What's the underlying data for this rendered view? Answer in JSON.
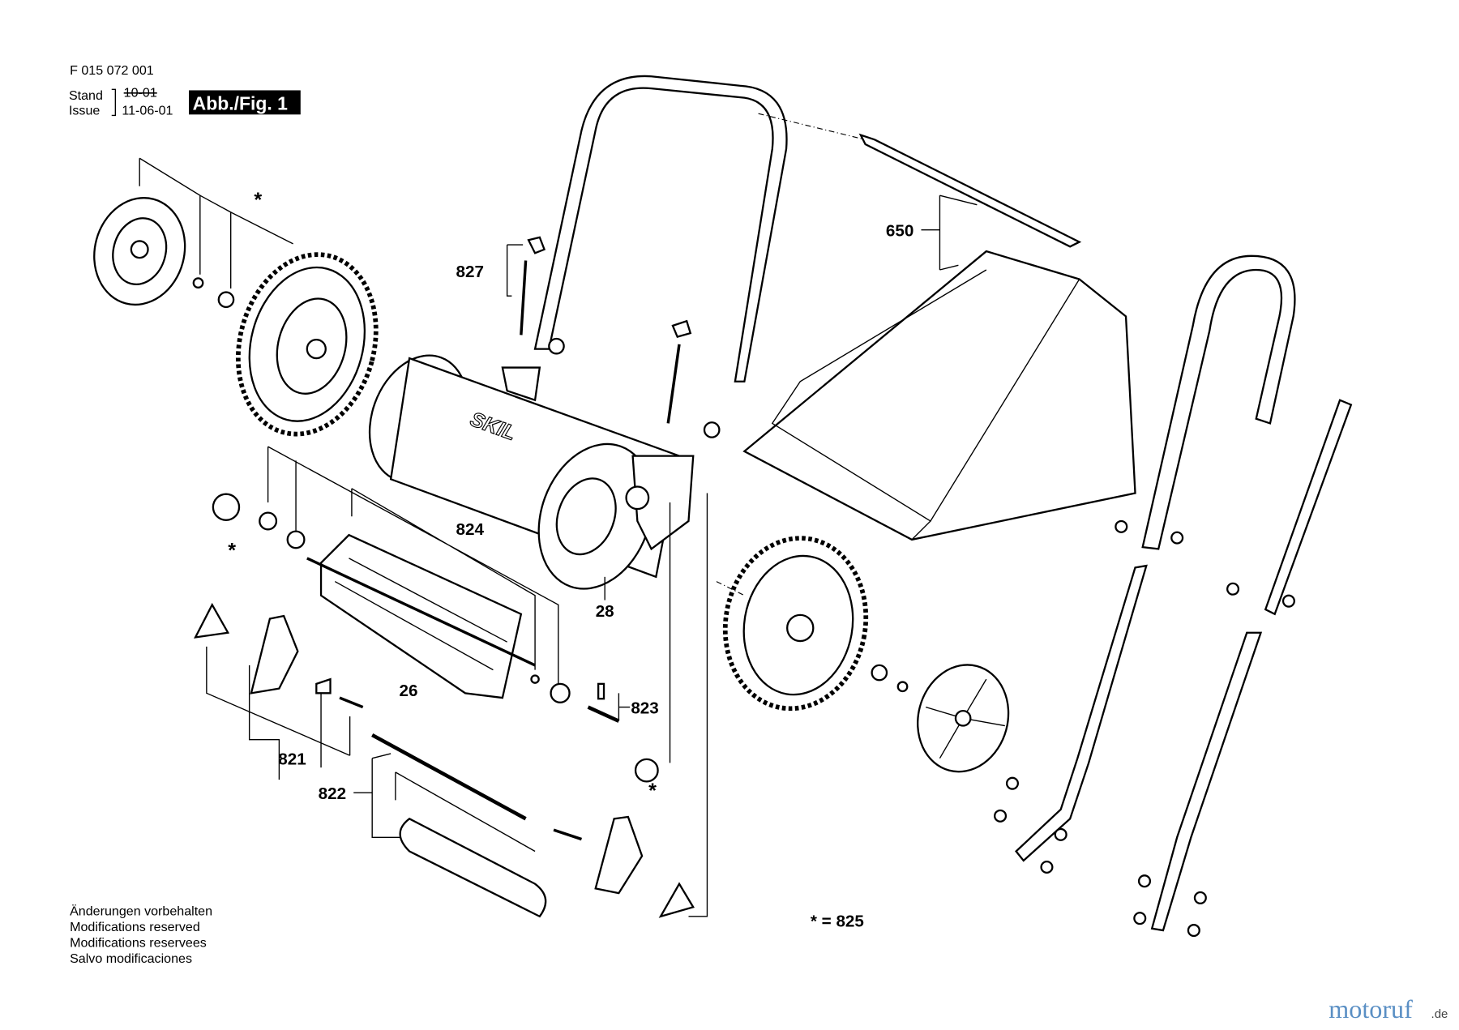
{
  "header": {
    "part_number": "F 015 072 001",
    "stand_label": "Stand",
    "issue_label": "Issue",
    "stand_date_struck": "10-01",
    "issue_date": "11-06-01",
    "figure_badge": "Abb./Fig. 1"
  },
  "callouts": {
    "c827": "827",
    "c650": "650",
    "c824": "824",
    "c28": "28",
    "c26": "26",
    "c823": "823",
    "c821": "821",
    "c822": "822",
    "star": "*",
    "legend": "* = 825"
  },
  "brand_on_part": "SKIL",
  "notes": [
    "Änderungen vorbehalten",
    "Modifications reserved",
    "Modifications reservees",
    "Salvo modificaciones"
  ],
  "watermark": {
    "text": "motoruf",
    "suffix": ".de"
  }
}
